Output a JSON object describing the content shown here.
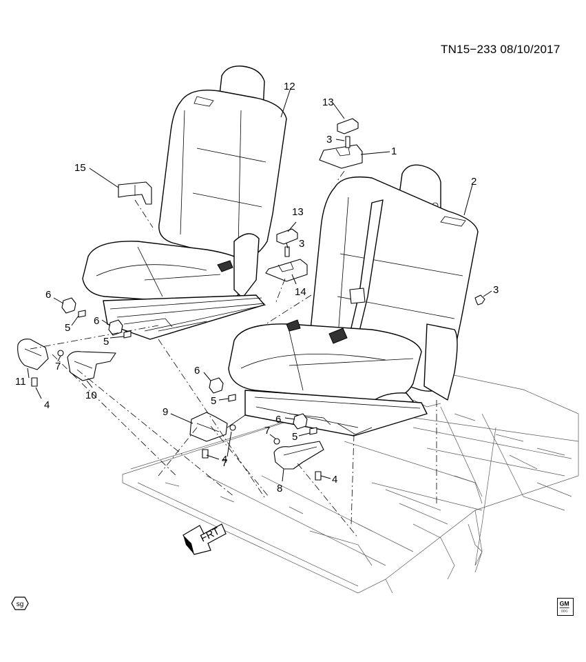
{
  "document_id": "TN15−233  08/10/2017",
  "direction_label": "FRT",
  "badges": {
    "left": "sg",
    "right_top": "GM",
    "right_bottom": "ODG"
  },
  "callouts": [
    {
      "id": "c1",
      "text": "1"
    },
    {
      "id": "c2",
      "text": "2"
    },
    {
      "id": "c3a",
      "text": "3"
    },
    {
      "id": "c3b",
      "text": "3"
    },
    {
      "id": "c3c",
      "text": "3"
    },
    {
      "id": "c4a",
      "text": "4"
    },
    {
      "id": "c4b",
      "text": "4"
    },
    {
      "id": "c4c",
      "text": "4"
    },
    {
      "id": "c5a",
      "text": "5"
    },
    {
      "id": "c5b",
      "text": "5"
    },
    {
      "id": "c5c",
      "text": "5"
    },
    {
      "id": "c5d",
      "text": "5"
    },
    {
      "id": "c6a",
      "text": "6"
    },
    {
      "id": "c6b",
      "text": "6"
    },
    {
      "id": "c6c",
      "text": "6"
    },
    {
      "id": "c6d",
      "text": "6"
    },
    {
      "id": "c7a",
      "text": "7"
    },
    {
      "id": "c7b",
      "text": "7"
    },
    {
      "id": "c7c",
      "text": "7"
    },
    {
      "id": "c8",
      "text": "8"
    },
    {
      "id": "c9",
      "text": "9"
    },
    {
      "id": "c10",
      "text": "10"
    },
    {
      "id": "c11",
      "text": "11"
    },
    {
      "id": "c12",
      "text": "12"
    },
    {
      "id": "c13a",
      "text": "13"
    },
    {
      "id": "c13b",
      "text": "13"
    },
    {
      "id": "c14",
      "text": "14"
    },
    {
      "id": "c15",
      "text": "15"
    }
  ]
}
